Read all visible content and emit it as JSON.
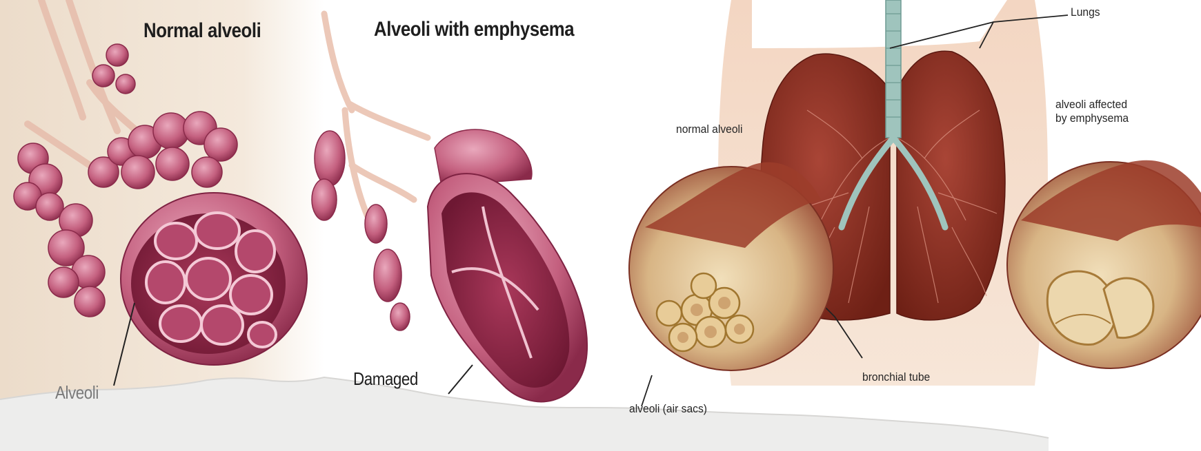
{
  "labels": {
    "normal_alveoli_title": "Normal alveoli",
    "emphysema_title": "Alveoli with emphysema",
    "lungs": "Lungs",
    "normal_alveoli_inset": "normal alveoli",
    "affected_line1": "alveoli affected",
    "affected_line2": "by emphysema",
    "damaged": "Damaged",
    "alveoli_partial": "Alveoli",
    "bronchial_tube": "bronchial tube",
    "alveoli_sacs": "alveoli (air sacs)"
  },
  "colors": {
    "tissue_pink": "#c4607f",
    "tissue_dark": "#8a2a4a",
    "lung_red": "#8c2f22",
    "skin": "#f1d2bd",
    "cream": "#ecd7ad",
    "torn_paper": "#ededec",
    "airway_teal": "#9fc4bd"
  },
  "icons": [
    "torn-paper-overlay"
  ]
}
